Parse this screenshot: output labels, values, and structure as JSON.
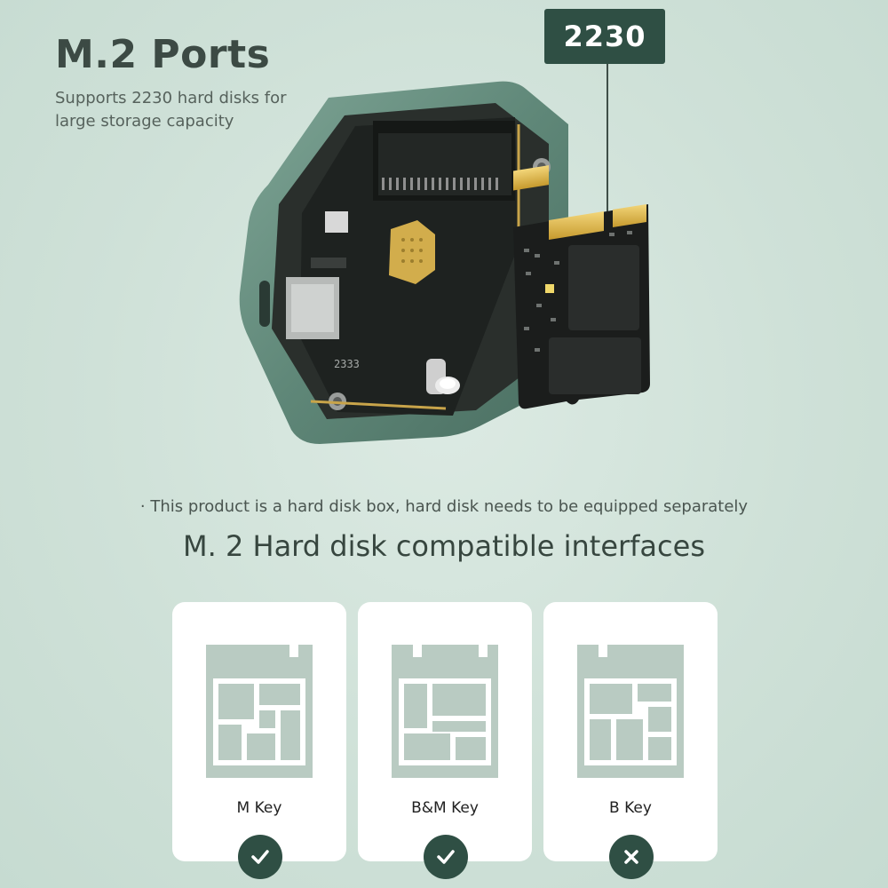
{
  "header": {
    "title": "M.2 Ports",
    "subtitle": "Supports 2230 hard disks for large storage capacity"
  },
  "callout": {
    "label": "2230"
  },
  "illustration": {
    "board_marking": "2333"
  },
  "notice": "· This product is a hard disk box, hard disk needs to be equipped separately",
  "compat": {
    "title": "M. 2 Hard disk compatible interfaces",
    "items": [
      {
        "label": "M Key",
        "supported": true,
        "badge_icon": "check-icon"
      },
      {
        "label": "B&M Key",
        "supported": true,
        "badge_icon": "check-icon"
      },
      {
        "label": "B Key",
        "supported": false,
        "badge_icon": "cross-icon"
      }
    ]
  },
  "colors": {
    "background": "#cfe1d8",
    "accent": "#2f4f44",
    "diagram": "#b9cbc2",
    "card": "#ffffff"
  }
}
